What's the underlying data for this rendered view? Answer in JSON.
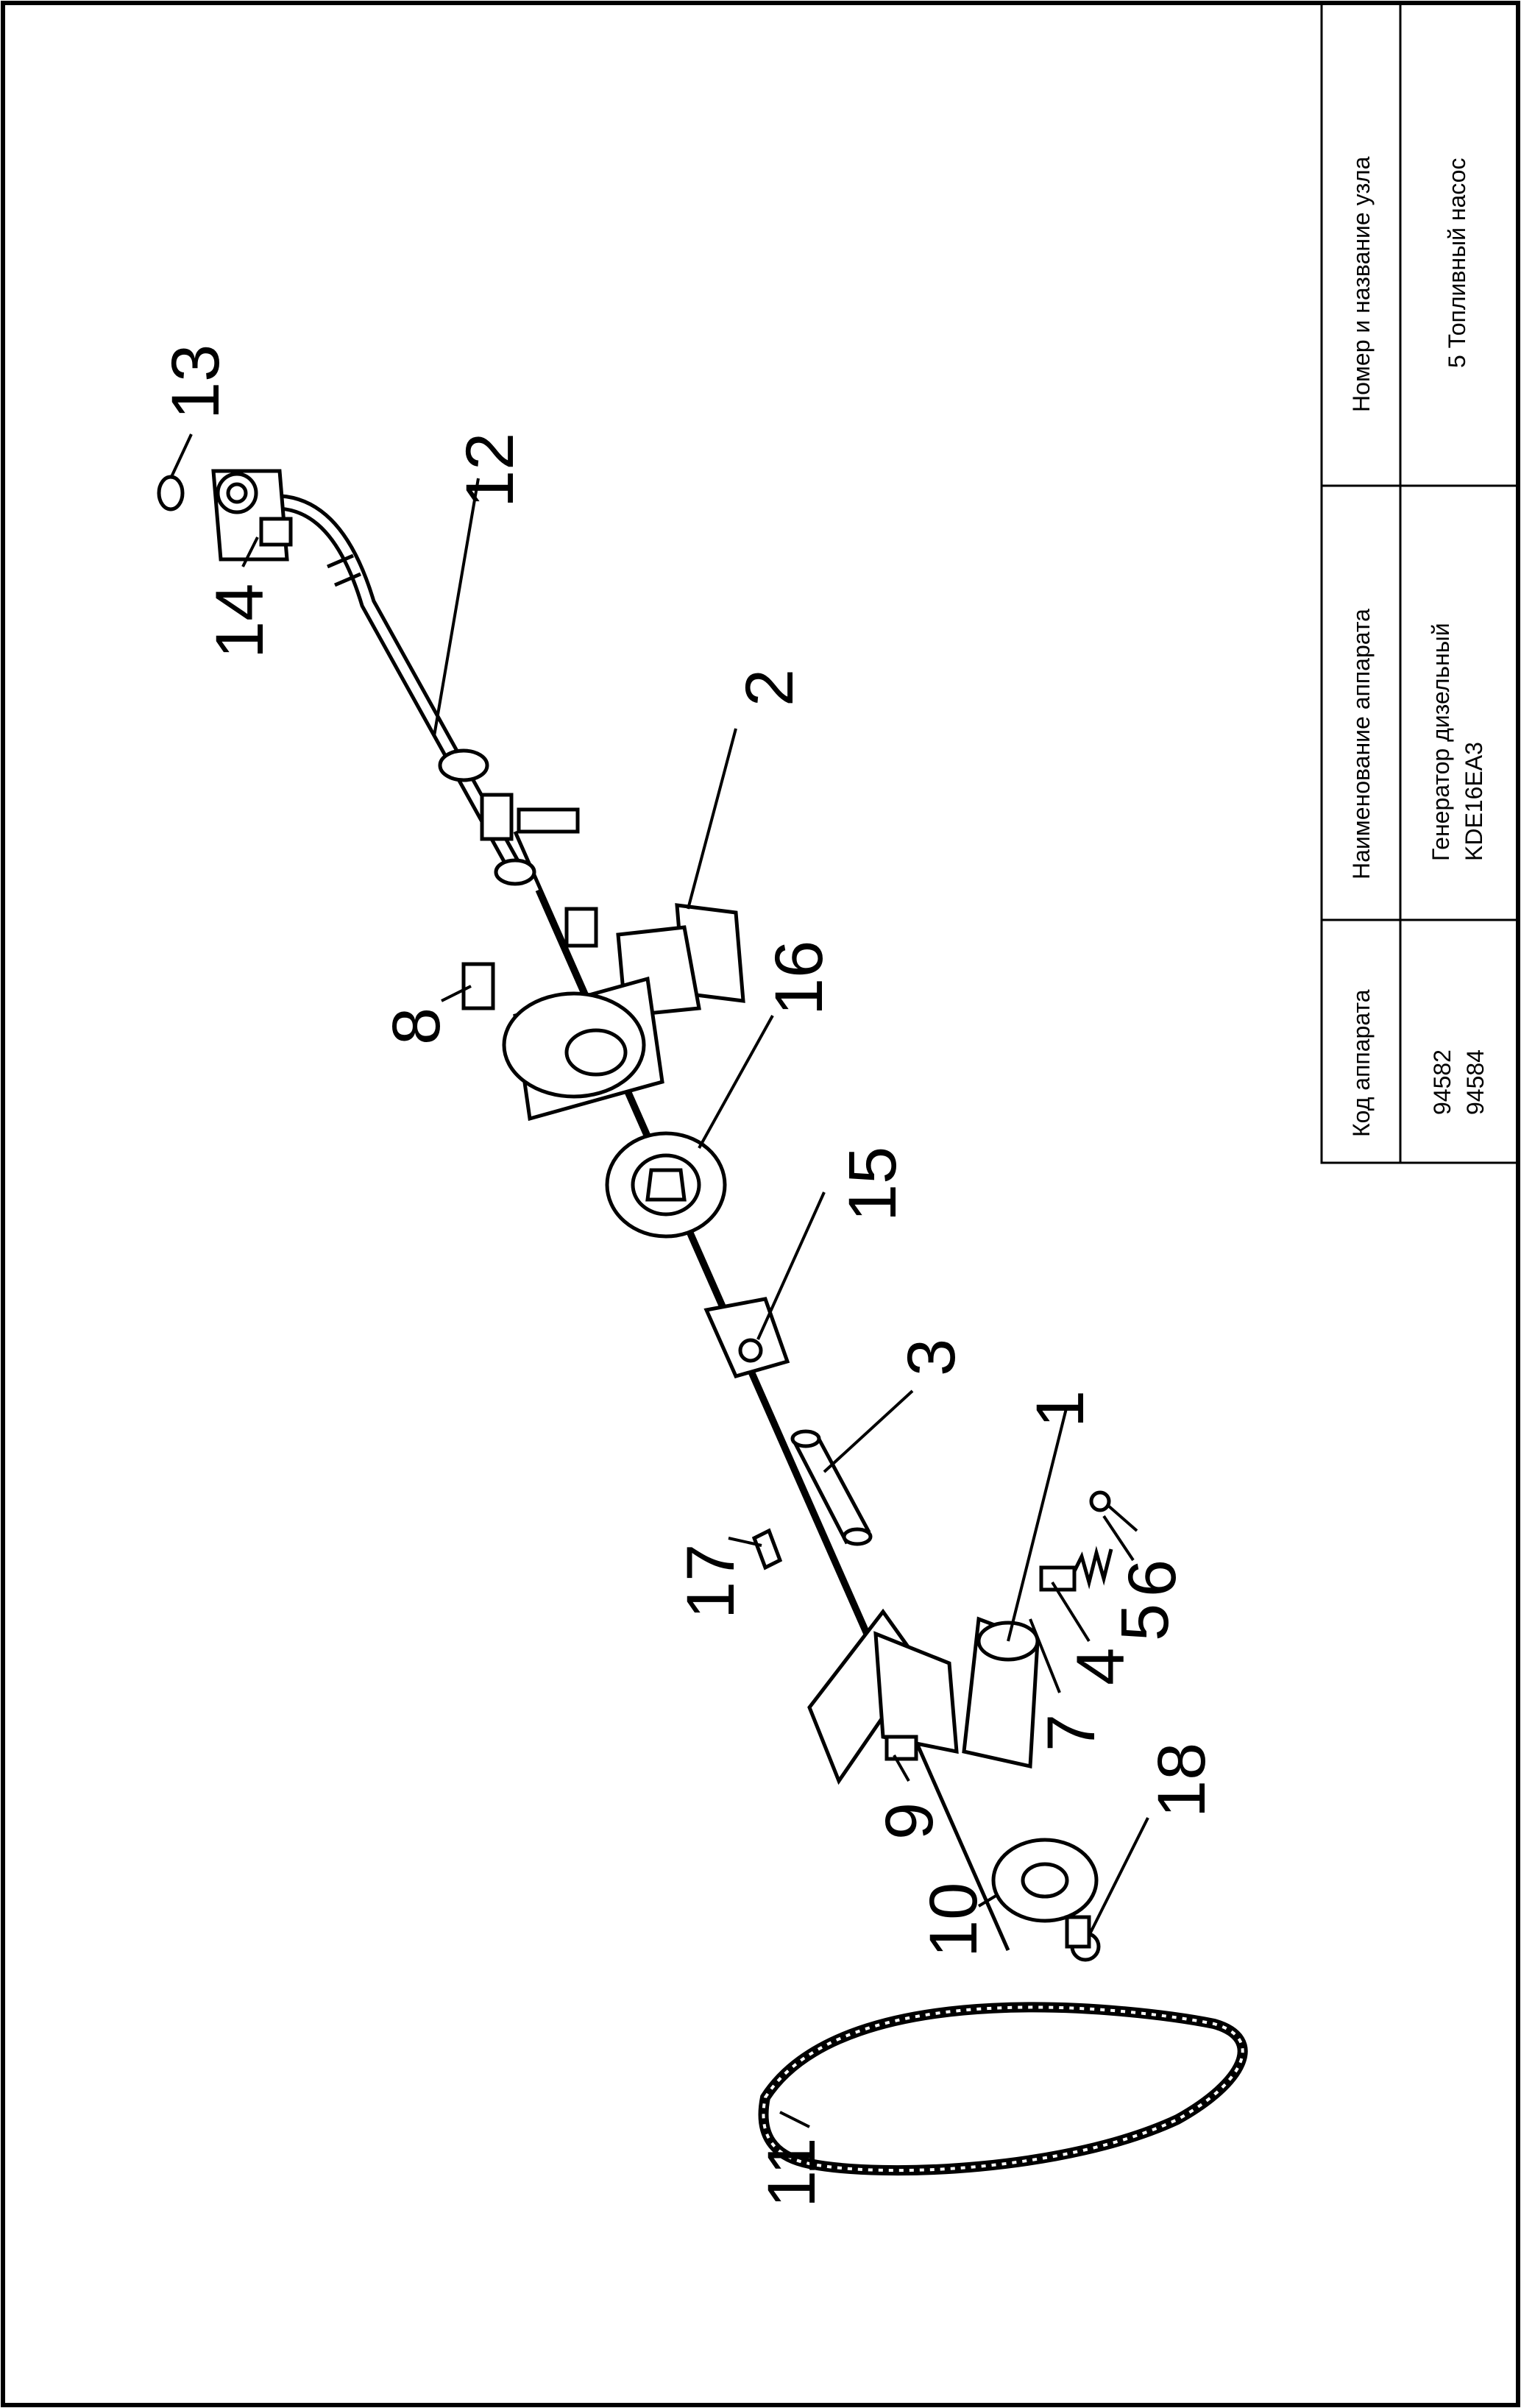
{
  "title_block": {
    "header_code": "Код аппарата",
    "header_name": "Наименование аппарата",
    "header_unit": "Номер и название узла",
    "code_line1": "94582",
    "code_line2": "94584",
    "name_line1": "Генератор дизельный",
    "name_line2": "KDE16EA3",
    "unit_value": "5 Топливный насос"
  },
  "callouts": [
    "1",
    "2",
    "3",
    "4",
    "5",
    "6",
    "7",
    "8",
    "9",
    "10",
    "11",
    "12",
    "13",
    "14",
    "15",
    "16",
    "17",
    "18"
  ],
  "colors": {
    "line": "#000000",
    "background": "#ffffff"
  }
}
